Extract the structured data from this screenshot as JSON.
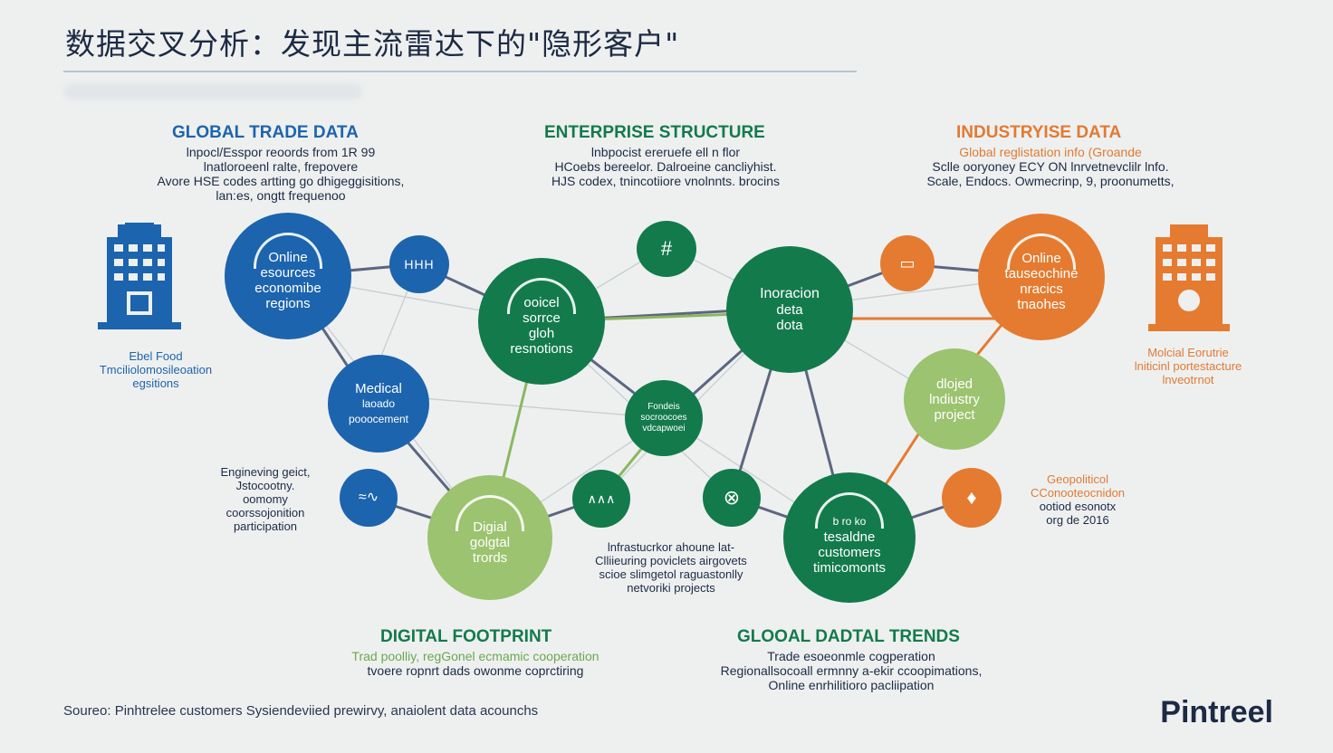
{
  "title": "数据交叉分析：发现主流雷达下的\"隐形客户\"",
  "sections": {
    "global_trade": {
      "header": "GLOBAL TRADE DATA",
      "lines": [
        "lnpocl/Esspor reoords from 1R 99",
        "lnatloroeenl ralte,      frepovere",
        "Avore HSE codes artting go dhigeggisitions,",
        "lan:es, ongtt frequenoo"
      ]
    },
    "enterprise": {
      "header": "ENTERPRISE STRUCTURE",
      "lines": [
        "lnbpocist ereruefe ell n flor",
        "HCoebs  bereelor. Dalroeine cancliyhist.",
        "HJS codex, tnincotiiore vnolnnts.  brocins"
      ]
    },
    "industry": {
      "header": "INDUSTRYISE DATA",
      "lines": [
        "Global reglistation info (Groande",
        "Sclle ooryoney ECY  ON lnrvetnevclilr lnfo.",
        "Scale,  Endocs. Owmecrinp, 9, proonumetts,"
      ]
    },
    "digital_footprint": {
      "header": "DIGITAL FOOTPRINT",
      "lines": [
        "Trad poolliy, regGonel ecmamic cooperation",
        "tvoere ropnrt dads owonme coprctiring"
      ]
    },
    "global_trends": {
      "header": "GLOOAL DADTAL TRENDS",
      "lines": [
        "Trade esoeonmle cogperation",
        "Regionallsocoall ermnny a-ekir ccoopimations,",
        "Online enrhilitioro pacliipation"
      ]
    }
  },
  "side_labels": {
    "left_building": [
      "Ebel Food",
      "Tmciliolomosileoation",
      "egsitions"
    ],
    "engineering": [
      "Engineving geict,",
      "Jstocootny.",
      "oomomy",
      "coorssojonition",
      "participation"
    ],
    "infrastructure": [
      "lnfrastucrkor ahoune lat-",
      "Clliieuring poviclets airgovets",
      "scioe  slimgetol raguastonlly",
      "netvoriki projects"
    ],
    "right_building": [
      "Molcial Eorutrie",
      "lniticinl portestacture",
      "lnveotrnot"
    ],
    "geopolitical": [
      "Geopoliticol",
      "CConooteocnidon",
      "ootiod esonotx",
      "org de 2016"
    ]
  },
  "nodes": {
    "online_regions": [
      "Online",
      "esources",
      "economibe",
      "regions"
    ],
    "medical": [
      "Medical",
      "laoado",
      "pooocement"
    ],
    "digital_trends": [
      "Digial",
      "golgtal",
      "trords"
    ],
    "social_resorts": [
      "ooicel",
      "sorrce",
      "gloh",
      "resnotions"
    ],
    "center_small": [
      "Fondeis",
      "socroocoes",
      "vdcapwoei"
    ],
    "interaction": [
      "Inoracion",
      "deta",
      "dota"
    ],
    "customers": [
      "b   ro ko",
      "tesaldne",
      "customers",
      "timicomonts"
    ],
    "online_transaction": [
      "Online",
      "tauseochine",
      "nracics",
      "tnaohes"
    ],
    "industry_project": [
      "dlojed",
      "lndiustry",
      "project"
    ]
  },
  "small_icons": {
    "icon_a": "HHH",
    "icon_b": "#",
    "icon_c": "≈∿",
    "icon_d": "⊗",
    "icon_e": "∧∧∧"
  },
  "source": "Soureo:  Pinhtrelee customers Sysiendeviied prewirvy, anaiolent data acounchs",
  "brand": "Pintreel",
  "colors": {
    "blue": "#1c64ae",
    "green": "#137a4c",
    "light_green": "#9cc36f",
    "orange": "#e57b30",
    "navy": "#1d2a44"
  }
}
